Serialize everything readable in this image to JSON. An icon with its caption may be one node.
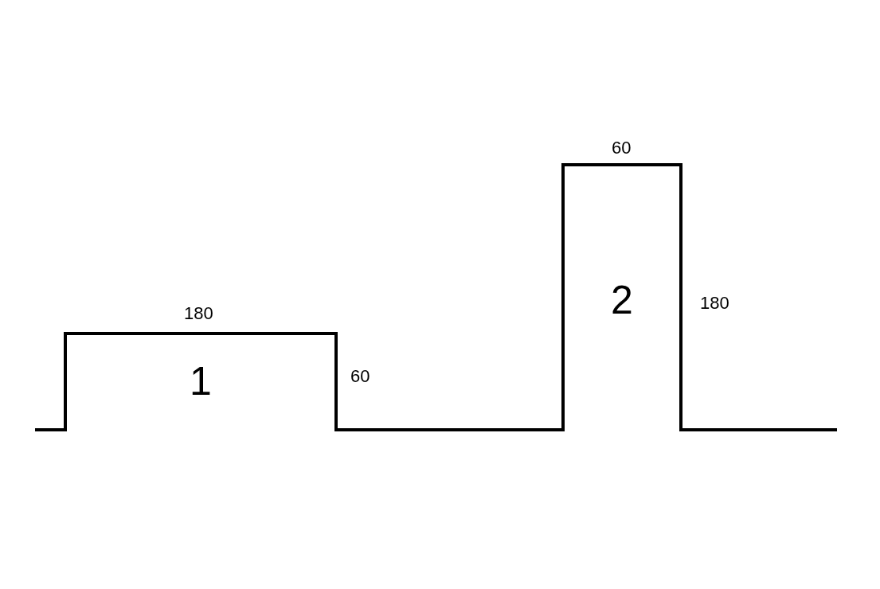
{
  "diagram": {
    "nodes": [
      {
        "text": [
          "1"
        ],
        "beside": [
          "180",
          "60"
        ]
      },
      {
        "text": [
          "2"
        ],
        "beside": [
          "60",
          "180"
        ]
      }
    ]
  }
}
